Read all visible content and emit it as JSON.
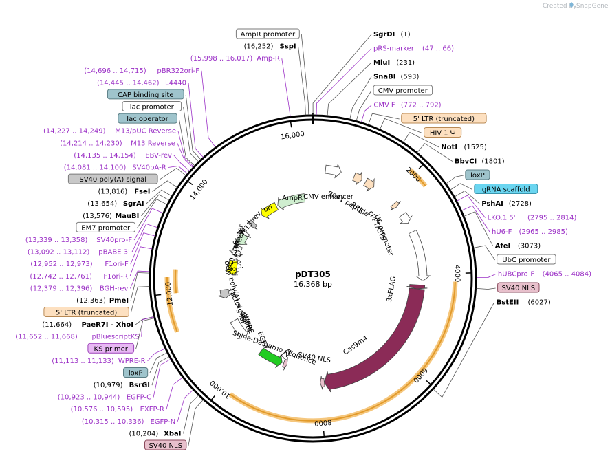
{
  "app": {
    "credit": "Created by",
    "brand": "SnapGene"
  },
  "plasmid": {
    "name": "pDT305",
    "size_label": "16,368 bp",
    "length_bp": 16368
  },
  "ticks": [
    {
      "label": "2000",
      "bp": 2000
    },
    {
      "label": "4000",
      "bp": 4000
    },
    {
      "label": "6000",
      "bp": 6000
    },
    {
      "label": "8000",
      "bp": 8000
    },
    {
      "label": "10,000",
      "bp": 10000
    },
    {
      "label": "12,000",
      "bp": 12000
    },
    {
      "label": "14,000",
      "bp": 14000
    },
    {
      "label": "16,000",
      "bp": 16000
    }
  ],
  "labels": [
    {
      "kind": "box-white",
      "name": "AmpR promoter",
      "pos": "",
      "bp": 16300
    },
    {
      "kind": "site",
      "name": "SgrDI",
      "pos": "(1)",
      "bp": 1
    },
    {
      "kind": "site-left",
      "name": "SspI",
      "pos": "(16,252)",
      "bp": 16252
    },
    {
      "kind": "primer",
      "name": "pRS-marker",
      "pos": "(47 .. 66)",
      "bp": 56
    },
    {
      "kind": "primer-left",
      "name": "Amp-R",
      "pos": "(15,998 .. 16,017)",
      "bp": 16007
    },
    {
      "kind": "site",
      "name": "MluI",
      "pos": "(231)",
      "bp": 231
    },
    {
      "kind": "site",
      "name": "SnaBI",
      "pos": "(593)",
      "bp": 593
    },
    {
      "kind": "box-white",
      "name": "CMV promoter",
      "pos": "",
      "bp": 700
    },
    {
      "kind": "primer-left",
      "name": "pBR322ori-F",
      "pos": "(14,696 .. 14,715)",
      "bp": 14705
    },
    {
      "kind": "primer",
      "name": "CMV-F",
      "pos": "(772 .. 792)",
      "bp": 782
    },
    {
      "kind": "primer-left",
      "name": "L4440",
      "pos": "(14,445 .. 14,462)",
      "bp": 14453
    },
    {
      "kind": "box-orange",
      "name": "5' LTR (truncated)",
      "pos": "",
      "bp": 900
    },
    {
      "kind": "box-blue",
      "name": "CAP binding site",
      "pos": "",
      "bp": 14400
    },
    {
      "kind": "box-orange",
      "name": "HIV-1 Ψ",
      "pos": "",
      "bp": 1100
    },
    {
      "kind": "box-white",
      "name": "lac promoter",
      "pos": "",
      "bp": 14350
    },
    {
      "kind": "site",
      "name": "NotI",
      "pos": "(1525)",
      "bp": 1525
    },
    {
      "kind": "primer-left",
      "name": "M13/pUC Reverse",
      "pos": "(14,227 .. 14,249)",
      "bp": 14238
    },
    {
      "kind": "site",
      "name": "BbvCI",
      "pos": "(1801)",
      "bp": 1801
    },
    {
      "kind": "box-blue",
      "name": "lac operator",
      "pos": "",
      "bp": 14260
    },
    {
      "kind": "primer-left",
      "name": "M13 Reverse",
      "pos": "(14,214 .. 14,230)",
      "bp": 14222
    },
    {
      "kind": "box-blue",
      "name": "loxP",
      "pos": "",
      "bp": 2480
    },
    {
      "kind": "primer-left",
      "name": "EBV-rev",
      "pos": "(14,135 .. 14,154)",
      "bp": 14145
    },
    {
      "kind": "box-cyan",
      "name": "gRNA scaffold",
      "pos": "",
      "bp": 2600
    },
    {
      "kind": "box-grey",
      "name": "SV40 poly(A) signal",
      "pos": "",
      "bp": 14050
    },
    {
      "kind": "site",
      "name": "PshAI",
      "pos": "(2728)",
      "bp": 2728
    },
    {
      "kind": "primer",
      "name": "LKO.1 5'",
      "pos": "(2795 .. 2814)",
      "bp": 2805
    },
    {
      "kind": "primer-left",
      "name": "SV40pA-R",
      "pos": "(14,081 .. 14,100)",
      "bp": 14090
    },
    {
      "kind": "primer",
      "name": "hU6-F",
      "pos": "(2965 .. 2985)",
      "bp": 2975
    },
    {
      "kind": "site-left",
      "name": "FseI",
      "pos": "(13,816)",
      "bp": 13816
    },
    {
      "kind": "site",
      "name": "AfeI",
      "pos": "(3073)",
      "bp": 3073
    },
    {
      "kind": "site-left",
      "name": "SgrAI",
      "pos": "(13,654)",
      "bp": 13654
    },
    {
      "kind": "site-left",
      "name": "MauBI",
      "pos": "(13,576)",
      "bp": 13576
    },
    {
      "kind": "box-white",
      "name": "EM7 promoter",
      "pos": "",
      "bp": 13500
    },
    {
      "kind": "box-white",
      "name": "UbC promoter",
      "pos": "",
      "bp": 3600
    },
    {
      "kind": "primer-left",
      "name": "SV40pro-F",
      "pos": "(13,339 .. 13,358)",
      "bp": 13348
    },
    {
      "kind": "primer-left",
      "name": "pBABE 3'",
      "pos": "(13,092 .. 13,112)",
      "bp": 13102
    },
    {
      "kind": "primer-left",
      "name": "F1ori-F",
      "pos": "(12,952 .. 12,973)",
      "bp": 12962
    },
    {
      "kind": "primer-left",
      "name": "F1ori-R",
      "pos": "(12,742 .. 12,761)",
      "bp": 12751
    },
    {
      "kind": "primer",
      "name": "hUBCpro-F",
      "pos": "(4065 .. 4084)",
      "bp": 4075
    },
    {
      "kind": "primer-left",
      "name": "BGH-rev",
      "pos": "(12,379 .. 12,396)",
      "bp": 12387
    },
    {
      "kind": "box-pink",
      "name": "SV40 NLS",
      "pos": "",
      "bp": 4250
    },
    {
      "kind": "site-left",
      "name": "PmeI",
      "pos": "(12,363)",
      "bp": 12363
    },
    {
      "kind": "box-orange",
      "name": "5' LTR (truncated)",
      "pos": "",
      "bp": 12150
    },
    {
      "kind": "primer-left",
      "name": "pBluescriptKS",
      "pos": "(11,652 .. 11,668)",
      "bp": 11660
    },
    {
      "kind": "site-left",
      "name": "PaeR7I - XhoI",
      "pos": "(11,664)",
      "bp": 11664
    },
    {
      "kind": "box-purple",
      "name": "KS primer",
      "pos": "",
      "bp": 11640
    },
    {
      "kind": "primer-left",
      "name": "WPRE-R",
      "pos": "(11,113 .. 11,133)",
      "bp": 11123
    },
    {
      "kind": "box-blue",
      "name": "loxP",
      "pos": "",
      "bp": 11050
    },
    {
      "kind": "site-left",
      "name": "BsrGI",
      "pos": "(10,979)",
      "bp": 10979
    },
    {
      "kind": "primer-left",
      "name": "EGFP-C",
      "pos": "(10,923 .. 10,944)",
      "bp": 10933
    },
    {
      "kind": "primer-left",
      "name": "EXFP-R",
      "pos": "(10,576 .. 10,595)",
      "bp": 10585
    },
    {
      "kind": "primer-left",
      "name": "EGFP-N",
      "pos": "(10,315 .. 10,336)",
      "bp": 10325
    },
    {
      "kind": "site-left",
      "name": "XbaI",
      "pos": "(10,204)",
      "bp": 10204
    },
    {
      "kind": "box-pink",
      "name": "SV40 NLS",
      "pos": "",
      "bp": 10100
    },
    {
      "kind": "site",
      "name": "BstEII",
      "pos": "(6027)",
      "bp": 6027
    }
  ],
  "features": [
    {
      "name": "AmpR",
      "start": 15200,
      "end": 16100,
      "strand": -1,
      "color": "#cfeecf"
    },
    {
      "name": "CMV enhancer",
      "start": 300,
      "end": 680,
      "strand": 1,
      "color": "#ffffff"
    },
    {
      "name": "gp41 peptide",
      "start": 1000,
      "end": 1200,
      "strand": 1,
      "color": "#fde0c0"
    },
    {
      "name": "RRE",
      "start": 1300,
      "end": 1530,
      "strand": 1,
      "color": "#fde0c0"
    },
    {
      "name": "cPPT/CTS",
      "start": 2150,
      "end": 2250,
      "strand": 1,
      "color": "#fde0c0"
    },
    {
      "name": "U6 promoter",
      "start": 2480,
      "end": 2720,
      "strand": 1,
      "color": "#ffffff"
    },
    {
      "name": "UbC promoter",
      "start": 2950,
      "end": 4150,
      "strand": 1,
      "color": "#ffffff"
    },
    {
      "name": "3xFLAG",
      "start": 4250,
      "end": 4350,
      "strand": 1,
      "color": "#8b2b57"
    },
    {
      "name": "Cas9m4",
      "start": 4350,
      "end": 7900,
      "strand": 1,
      "color": "#8b2b57"
    },
    {
      "name": "SV40 NLS",
      "start": 7900,
      "end": 8000,
      "strand": 1,
      "color": "#e8c0cc"
    },
    {
      "name": "T2A",
      "start": 8950,
      "end": 9050,
      "strand": -1,
      "color": "#e8c0cc"
    },
    {
      "name": "EGFP",
      "start": 9100,
      "end": 9800,
      "strand": -1,
      "color": "#22cc22"
    },
    {
      "name": "WPRE",
      "start": 10400,
      "end": 11000,
      "strand": -1,
      "color": "#ffffff"
    },
    {
      "name": "bGH poly(A) signal",
      "start": 11700,
      "end": 11950,
      "strand": -1,
      "color": "#c8c8c8"
    },
    {
      "name": "f1 ori",
      "start": 12400,
      "end": 12850,
      "strand": -1,
      "color": "#ffff00"
    },
    {
      "name": "SV40 promoter",
      "start": 13000,
      "end": 13350,
      "strand": -1,
      "color": "#ffffff"
    },
    {
      "name": "BleoR",
      "start": 13400,
      "end": 13750,
      "strand": -1,
      "color": "#cfeecf"
    },
    {
      "name": "EM7 promoter",
      "start": 13750,
      "end": 13850,
      "strand": -1,
      "color": "#ffffff"
    },
    {
      "name": "M13 rev",
      "start": 14100,
      "end": 14250,
      "strand": -1,
      "color": "#c0c0c0"
    },
    {
      "name": "ori",
      "start": 14600,
      "end": 15150,
      "strand": -1,
      "color": "#ffff00"
    }
  ],
  "inner_labels": [
    {
      "text": "ori",
      "bp": 14870,
      "rot": -20
    },
    {
      "text": "M13 rev",
      "bp": 14180,
      "rot": -50
    },
    {
      "text": "BleoR",
      "bp": 13580,
      "rot": -70
    },
    {
      "text": "SV40 promoter",
      "bp": 13200,
      "rot": -75
    },
    {
      "text": "f1 ori",
      "bp": 12650,
      "rot": 90
    },
    {
      "text": "SV40 ori",
      "bp": 13050,
      "rot": 80
    },
    {
      "text": "bGH poly(A) signal",
      "bp": 11830,
      "rot": 75
    },
    {
      "text": "WPRE",
      "bp": 10700,
      "rot": 70
    },
    {
      "text": "EGFP",
      "bp": 10000,
      "rot": 70
    },
    {
      "text": "T2A",
      "bp": 9000,
      "rot": -40
    },
    {
      "text": "Factor Xa site",
      "bp": 11200,
      "rot": 65
    },
    {
      "text": "EGFP",
      "bp": 10800,
      "rot": 65
    },
    {
      "text": "Shine-Dalgarno sequence",
      "bp": 9500,
      "rot": 20
    },
    {
      "text": "SV40 NLS",
      "bp": 8150,
      "rot": 10
    },
    {
      "text": "Cas9m4",
      "bp": 6700,
      "rot": -35
    },
    {
      "text": "3xFLAG",
      "bp": 4450,
      "rot": -80
    },
    {
      "text": "U6 promoter",
      "bp": 2650,
      "rot": 70
    },
    {
      "text": "cPPT/CTS",
      "bp": 2280,
      "rot": 65
    },
    {
      "text": "RRE",
      "bp": 1450,
      "rot": 40
    },
    {
      "text": "gp41 peptide",
      "bp": 1150,
      "rot": 30
    },
    {
      "text": "CMV enhancer",
      "bp": 500,
      "rot": 0
    },
    {
      "text": "AmpR",
      "bp": 15700,
      "rot": 0
    }
  ]
}
